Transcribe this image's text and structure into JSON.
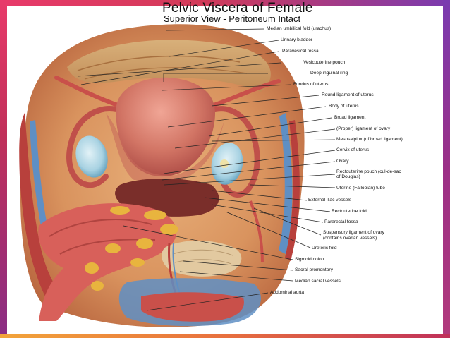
{
  "title": "Pelvic Viscera of Female",
  "subtitle": "Superior View - Peritoneum Intact",
  "colors": {
    "border_left": "#e83a6a",
    "border_right": "#7a3bb0",
    "border_bottom": "#f2a43a",
    "tissue": "#c85a55",
    "uterus": "#d77a6e",
    "ovary": "#a8d2e2",
    "vessel_blue": "#5f8fc4",
    "fat_yellow": "#e8b43e"
  },
  "labels": [
    "Median umbilical fold (urachus)",
    "Urinary bladder",
    "Paravesical fossa",
    "Vesicouterine pouch",
    "Deep inguinal ring",
    "Fundus of uterus",
    "Round ligament of uterus",
    "Body of uterus",
    "Broad ligament",
    "(Proper) ligament of ovary",
    "Mesosalpinx (of broad ligament)",
    "Cervix of uterus",
    "Ovary",
    "Rectouterine pouch (cul-de-sac",
    "of Douglas)",
    "Uterine (Fallopian) tube",
    "External iliac vessels",
    "Rectouterine fold",
    "Pararectal fossa",
    "Suspensory ligament of ovary",
    "(contains ovarian vessels)",
    "Ureteric fold",
    "Sigmoid colon",
    "Sacral promontory",
    "Median sacral vessels",
    "Abdominal aorta"
  ]
}
